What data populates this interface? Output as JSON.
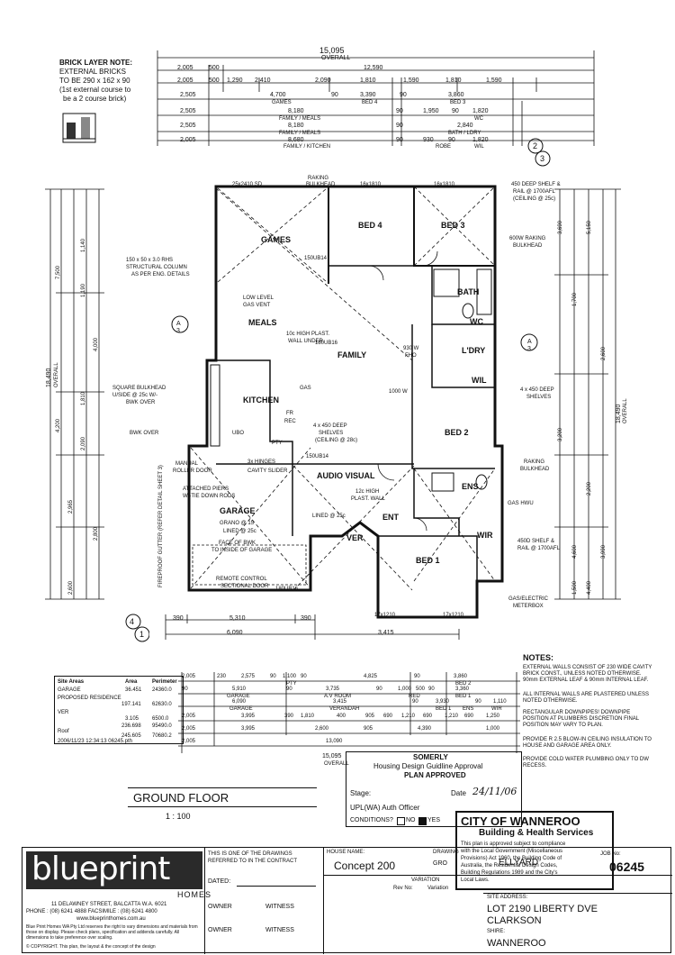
{
  "brick_note": {
    "title": "BRICK LAYER NOTE:",
    "l1": "EXTERNAL BRICKS",
    "l2": "TO BE 290 x 162 x 90",
    "l3": "(1st external course to",
    "l4": "be a 2 course brick)"
  },
  "top_dims": {
    "overall_label": "15,095",
    "overall_sub": "OVERALL",
    "r1": [
      "2,005",
      "500",
      "12,590"
    ],
    "r2": [
      "2,005",
      "500",
      "1,290",
      "2,410",
      "2,090",
      "1,810",
      "1,590",
      "1,810",
      "1,590"
    ],
    "r3": [
      "2,505",
      "4,700",
      "90",
      "3,390",
      "90",
      "3,860"
    ],
    "r3_labels": [
      "GAMES",
      "BED 4",
      "BED 3"
    ],
    "r4": [
      "2,505",
      "8,180",
      "90",
      "1,950",
      "90",
      "1,820"
    ],
    "r4_labels": [
      "FAMILY / MEALS",
      "WC"
    ],
    "r5": [
      "2,505",
      "8,180",
      "90",
      "2,840"
    ],
    "r5_labels": [
      "FAMILY / MEALS",
      "BATH / LDRY"
    ],
    "r6": [
      "2,005",
      "8,680",
      "90",
      "930",
      "90",
      "1,820"
    ],
    "r6_labels": [
      "FAMILY / KITCHEN",
      "ROBE",
      "WIL"
    ]
  },
  "rooms": {
    "games": "GAMES",
    "bed4": "BED 4",
    "bed3": "BED 3",
    "bath": "BATH",
    "wc": "WC",
    "meals": "MEALS",
    "family": "FAMILY",
    "ldry": "L'DRY",
    "wil": "WIL",
    "kitchen": "KITCHEN",
    "bed2": "BED 2",
    "audio": "AUDIO VISUAL",
    "ens": "ENS",
    "garage": "GARAGE",
    "ent": "ENT",
    "ver": "VER",
    "wir": "WIR",
    "bed1": "BED 1"
  },
  "annotations": {
    "a1": "25x2410 SD",
    "a2": "RAKING",
    "a3": "BULKHEAD",
    "a4": "16x1810",
    "a5": "16x1810",
    "a6": "450 DEEP SHELF &",
    "a7": "RAIL @ 1700AFL",
    "a8": "(CEILING @ 25c)",
    "a9": "600W RAKING",
    "a10": "BULKHEAD",
    "a11": "150 x 50 x 3.0 RHS",
    "a12": "STRUCTURAL COLUMN",
    "a13": "AS PER ENG. DETAILS",
    "a14": "LOW LEVEL",
    "a15": "GAS VENT",
    "a16": "10c HIGH PLAST.",
    "a17": "WALL UNDER",
    "a18": "SQUARE BULKHEAD",
    "a19": "U/SIDE @ 25c W/-",
    "a20": "BWK OVER",
    "a21": "BWK OVER",
    "a22": "930 W",
    "a23": "FHO",
    "a24": "1000 W",
    "a25": "4 x 450 DEEP",
    "a26": "SHELVES",
    "a27": "(CEILING @ 28c)",
    "a28": "3x HINGES",
    "a29": "CAVITY SLIDER",
    "a30": "MANUAL",
    "a31": "ROLLER DOOR",
    "a32": "ATTACHED PIERS",
    "a33": "W/-TIE DOWN RODS",
    "a34": "GRANO @ 15",
    "a35": "LINED @ 25c",
    "a36": "FACE OF BWK",
    "a37": "TO INSIDE OF GARAGE",
    "a38": "REMOTE CONTROL",
    "a39": "SECTIONAL DOOR",
    "a40": "12c HIGH",
    "a41": "PLAST. WALL",
    "a42": "LINED @ 25c",
    "a43": "GAS HWU",
    "a44": "GAS/ELECTRIC",
    "a45": "METERBOX",
    "a46": "RAKING",
    "a47": "BULKHEAD",
    "a48": "4 x 450 DEEP",
    "a49": "SHELVES",
    "a50": "450D SHELF &",
    "a51": "RAIL @ 1700AFL",
    "a52": "FIREPROOF GUTTER (REFER DETAIL SHEET 3)",
    "a53": "GAS",
    "a54": "UBO",
    "a55": "FR",
    "a56": "REC",
    "a57": "PTY",
    "a58": "150UB14",
    "a59": "180UB16",
    "a60": "150UB14",
    "a61": "180UB16"
  },
  "left_dims": {
    "overall": "18,490",
    "overall_sub": "OVERALL",
    "labels": [
      "7,500",
      "4,200",
      "2,965",
      "2,600",
      "1,140",
      "1,190",
      "1,810",
      "2,090",
      "2,800",
      "4,000"
    ]
  },
  "right_dims": {
    "overall": "18,490",
    "overall_sub": "OVERALL",
    "labels": [
      "3,690",
      "3,200",
      "5,150",
      "4,600",
      "3,990",
      "4,400",
      "1,500",
      "2,200",
      "1,700",
      "2,600"
    ]
  },
  "bottom_dims": {
    "r1": [
      "390",
      "5,310",
      "390"
    ],
    "r2": [
      "6,090",
      "3,415"
    ],
    "r3": [
      "17x1210",
      "17x1210"
    ]
  },
  "site_areas": {
    "header": [
      "Site Areas",
      "Area",
      "Perimeter"
    ],
    "rows": [
      [
        "GARAGE",
        "36.451",
        "24360.0"
      ],
      [
        "PROPOSED RESIDENCE",
        "197.141",
        "62630.0"
      ],
      [
        "",
        "",
        " "
      ],
      [
        "VER",
        "3.105",
        "6500.0"
      ],
      [
        "",
        "236.698",
        "95490.0"
      ],
      [
        "Roof",
        "",
        ""
      ],
      [
        "",
        "245.605",
        "70680.2"
      ]
    ],
    "stamp": "2006/11/23 12:34:13 06245.pth"
  },
  "bottom_table": {
    "r1": [
      "2,005",
      "230",
      "2,575",
      "90",
      "1,100",
      "90",
      "4,825",
      "90",
      "3,860"
    ],
    "r1_labels": [
      "PTY",
      "BED 2"
    ],
    "r2": [
      "90",
      "5,910",
      "90",
      "3,735",
      "90",
      "1,000",
      "500",
      "90",
      "3,360"
    ],
    "r2_labels": [
      "GARAGE",
      "A.V ROOM",
      "RED",
      "BED 1"
    ],
    "r3": [
      "6,090",
      "3,415",
      "90",
      "3,930",
      "90",
      "1,110"
    ],
    "r3_labels": [
      "GARAGE",
      "VERANDAH",
      "BED 1",
      "ENS",
      "WIR"
    ],
    "r4": [
      "2,005",
      "3,995",
      "390",
      "1,810",
      "400",
      "905",
      "690",
      "1,210",
      "690",
      "1,210",
      "690",
      "1,250"
    ],
    "r5": [
      "2,005",
      "3,995",
      "2,600",
      "905",
      "4,390",
      "1,000"
    ],
    "r6": [
      "2,005",
      "13,090"
    ],
    "total": "15,095",
    "total_sub": "OVERALL"
  },
  "notes": {
    "title": "NOTES:",
    "items": [
      "EXTERNAL WALLS CONSIST OF 230 WIDE CAVITY BRICK CONST., UNLESS NOTED OTHERWISE. 90mm EXTERNAL LEAF & 90mm INTERNAL LEAF.",
      "ALL INTERNAL WALLS ARE PLASTERED UNLESS NOTED OTHERWISE.",
      "RECTANGULAR DOWNPIPES! DOWNPIPE POSITION AT PLUMBERS DISCRETION FINAL POSITION MAY VARY TO PLAN.",
      "PROVIDE R 2.5 BLOW-IN CEILING INSULATION TO HOUSE AND GARAGE AREA ONLY.",
      "PROVIDE COLD WATER PLUMBING ONLY TO DW RECESS."
    ]
  },
  "approval": {
    "somerly": "SOMERLY",
    "line1": "Housing Design Guidline Approval",
    "line2": "PLAN APPROVED",
    "stage": "Stage:",
    "date": "Date",
    "date_val": "24/11/06",
    "upl": "UPL(WA) Auth Officer",
    "conditions": "CONDITIONS?",
    "no": "NO",
    "yes": "YES"
  },
  "ground_floor": {
    "title": "GROUND FLOOR",
    "scale": "1 : 100"
  },
  "wanneroo": {
    "l1": "CITY OF WANNEROO",
    "l2": "Building & Health Services",
    "l3": "This plan is approved subject to compliance",
    "l4": "with the Local Government (Miscellaneous",
    "l5": "Provisions) Act 1960, the Building Code of",
    "l6": "Australia, the Residential Design Codes,",
    "l7": "Building Regulations 1989 and the City's",
    "l8": "Local Laws.",
    "sig": "ELLYARD"
  },
  "title_block": {
    "logo_main": "blueprint",
    "logo_sub": "HOMES",
    "addr": "11 DELAWNEY STREET, BALCATTA W.A. 6021",
    "phone": "PHONE : (08) 6241 4888  FACSIMILE : (08) 6241 4800",
    "web": "www.blueprinthomes.com.au",
    "disclaimer": "Blue Print Homes WA Pty Ltd reserves the right to vary dimensions and materials from those on display. Please check plans, specification and addenda carefully. All dimensions to take preference over scaling.",
    "copyright": "© COPYRIGHT. This plan, the layout & the concept of the design",
    "drawings_note": "THIS IS ONE OF THE DRAWINGS REFERRED TO IN THE CONTRACT",
    "dated": "DATED:",
    "owner": "OWNER",
    "witness": "WITNESS",
    "house_name_lbl": "HOUSE NAME:",
    "house_name": "Concept 200",
    "drawing_lbl": "DRAWING",
    "drawing_val": "GRO",
    "variation": "VARIATION",
    "rev": "Rev No:",
    "variation2": "Variation",
    "job_lbl": "JOB No:",
    "job": "06245",
    "site_lbl": "SITE ADDRESS:",
    "site1": "LOT 2190 LIBERTY DVE",
    "site2": "CLARKSON",
    "shire_lbl": "SHIRE:",
    "shire": "WANNEROO"
  },
  "markers": {
    "m1": "2",
    "m2": "3",
    "m3": "4",
    "m4": "1",
    "m5": "A",
    "m6": "3",
    "m7": "A",
    "m8": "3"
  }
}
